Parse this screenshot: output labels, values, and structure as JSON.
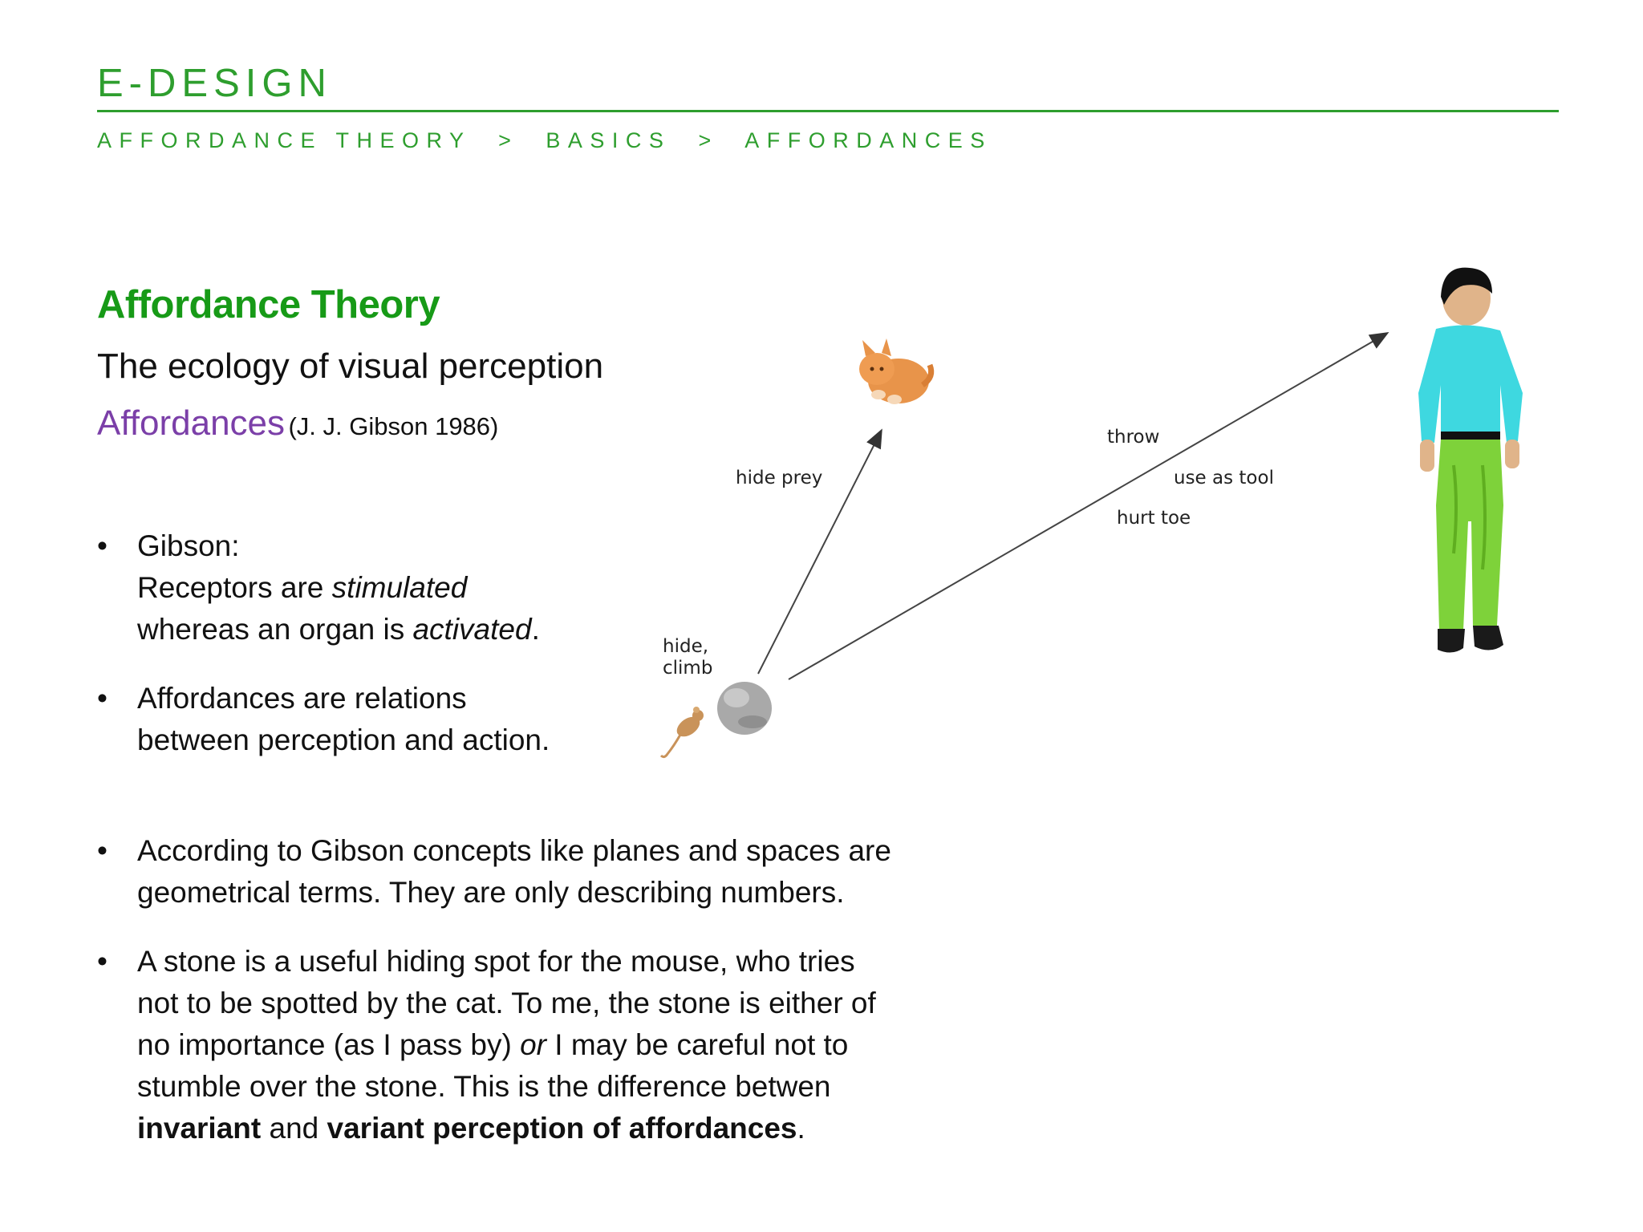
{
  "header": {
    "brand": "E-DESIGN",
    "breadcrumb": [
      "AFFORDANCE THEORY",
      "BASICS",
      "AFFORDANCES"
    ],
    "separator": ">"
  },
  "main": {
    "title": "Affordance Theory",
    "subtitle": "The ecology of visual perception",
    "affordances_label": "Affordances",
    "citation": "(J. J. Gibson 1986)"
  },
  "bullets": {
    "b1": {
      "line1": "Gibson:",
      "line2_pre": "Receptors are ",
      "line2_em": "stimulated",
      "line3_pre": "whereas an organ is ",
      "line3_em": "activated",
      "line3_post": "."
    },
    "b2": {
      "line1": "Affordances are relations",
      "line2": "between perception and action."
    },
    "b3": {
      "line1": "According to Gibson concepts like planes and spaces are",
      "line2": "geometrical terms. They are only describing numbers."
    },
    "b4": {
      "line1": "A stone is a useful hiding spot for the mouse, who tries",
      "line2": "not to be spotted by the cat. To me, the stone is either of",
      "line3_pre": "no importance (as I pass by) ",
      "line3_em": "or",
      "line3_post": " I may be careful not to",
      "line4": "stumble over the stone. This is the difference betwen",
      "line5_strong1": "invariant",
      "line5_mid": " and ",
      "line5_strong2": "variant perception of affordances",
      "line5_end": "."
    },
    "bullet_char": "•"
  },
  "figure": {
    "labels": {
      "hide_prey": "hide prey",
      "throw": "throw",
      "use_as_tool": "use as tool",
      "hurt_toe": "hurt toe",
      "hide": "hide,",
      "climb": "climb"
    },
    "icons": [
      "cat-icon",
      "mouse-icon",
      "stone-icon",
      "person-icon"
    ],
    "colors": {
      "shirt": "#3ed8e0",
      "pants": "#7ed23a",
      "cat": "#e8944a",
      "stone": "#a9a9a9",
      "mouse": "#c9935a"
    }
  },
  "colors": {
    "accent_green": "#2e9e2e",
    "title_green": "#179a17",
    "purple": "#7b3fa8"
  }
}
